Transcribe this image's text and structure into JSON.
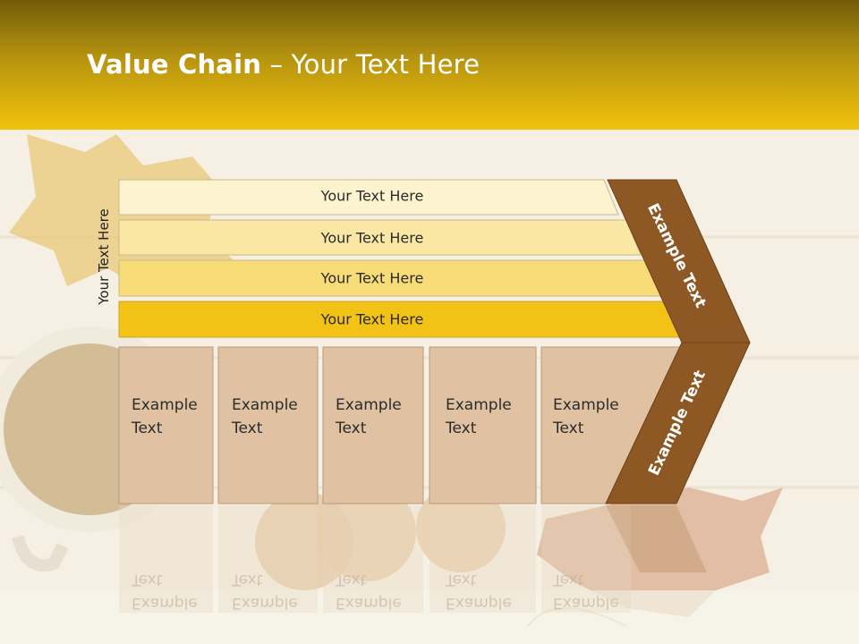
{
  "slide": {
    "title_bold": "Value Chain",
    "title_rest": " – Your Text Here",
    "side_label": "Your Text Here"
  },
  "bands": [
    {
      "label": "Your Text Here",
      "color": "#fdf3cf"
    },
    {
      "label": "Your Text Here",
      "color": "#fbe7a4"
    },
    {
      "label": "Your Text Here",
      "color": "#f8dc78"
    },
    {
      "label": "Your Text Here",
      "color": "#f2c217"
    }
  ],
  "boxes": [
    {
      "line1": "Example",
      "line2": "Text"
    },
    {
      "line1": "Example",
      "line2": "Text"
    },
    {
      "line1": "Example",
      "line2": "Text"
    },
    {
      "line1": "Example",
      "line2": "Text"
    },
    {
      "line1": "Example",
      "line2": "Text"
    }
  ],
  "chevron": {
    "upper_label": "Example Text",
    "lower_label": "Example Text",
    "color": "#8e5825"
  },
  "colors": {
    "header_top": "#725c08",
    "header_bottom": "#f2c20b",
    "box_fill": "#e0c2a2",
    "box_stroke": "#b89a7c"
  }
}
